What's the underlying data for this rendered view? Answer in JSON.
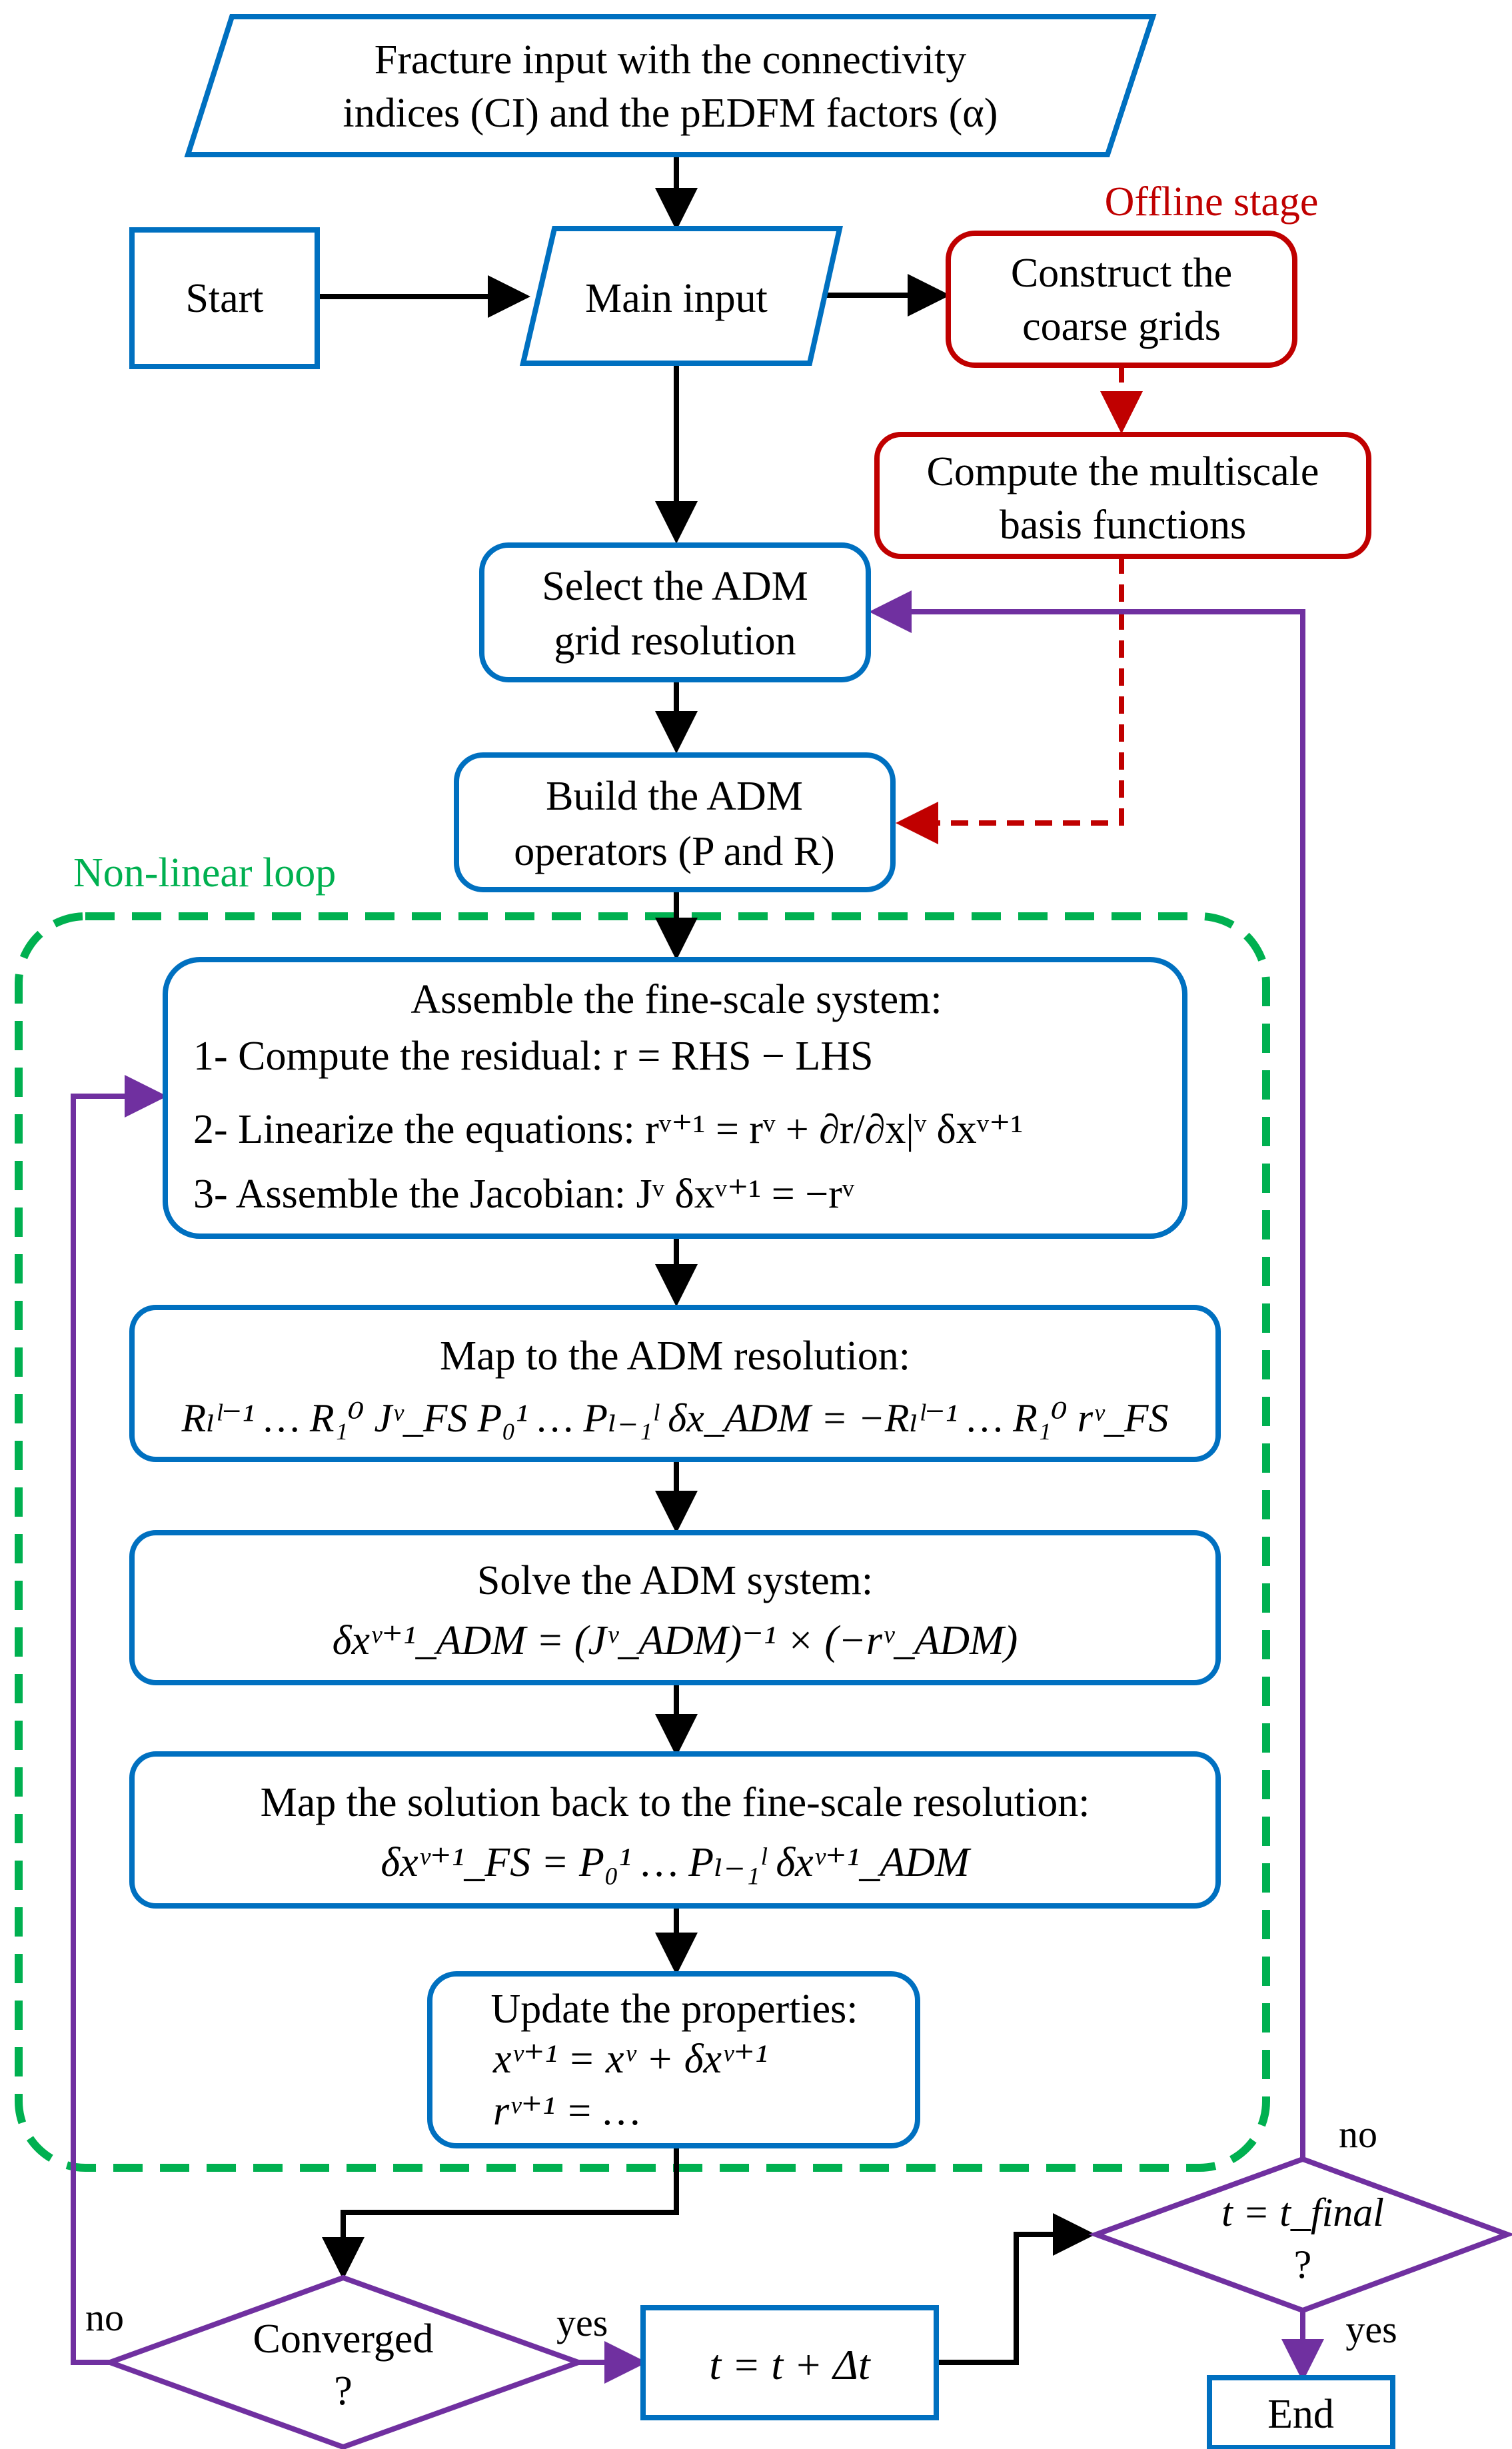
{
  "diagram": {
    "offline_label": "Offline stage",
    "nonlinear_label": "Non-linear loop",
    "fracture_input": {
      "line1": "Fracture input with the connectivity",
      "line2": "indices (CI) and the pEDFM factors (α)"
    },
    "start": "Start",
    "main_input": "Main input",
    "construct_grids": {
      "line1": "Construct the",
      "line2": "coarse grids"
    },
    "compute_basis": {
      "line1": "Compute the multiscale",
      "line2": "basis functions"
    },
    "select_resolution": {
      "line1": "Select the ADM",
      "line2": "grid resolution"
    },
    "build_operators": {
      "line1": "Build the ADM",
      "line2": "operators (P and R)"
    },
    "assemble": {
      "title": "Assemble the fine-scale system:",
      "step1": "1- Compute the residual: r = RHS − LHS",
      "step2": "2- Linearize the equations: rᵛ⁺¹ = rᵛ + ∂r/∂x|ᵛ δxᵛ⁺¹",
      "step3": "3- Assemble the Jacobian: Jᵛ δxᵛ⁺¹ = −rᵛ"
    },
    "map_adm": {
      "title": "Map to the ADM resolution:",
      "equation": "Rₗˡ⁻¹ … R₁⁰  Jᵛ_FS  P₀¹ … Pₗ₋₁ˡ  δx_ADM = −Rₗˡ⁻¹ … R₁⁰ rᵛ_FS"
    },
    "solve_adm": {
      "title": "Solve the ADM system:",
      "equation": "δxᵛ⁺¹_ADM = (Jᵛ_ADM)⁻¹ × (−rᵛ_ADM)"
    },
    "map_back": {
      "title": "Map the solution back to the fine-scale resolution:",
      "equation": "δxᵛ⁺¹_FS = P₀¹ … Pₗ₋₁ˡ  δxᵛ⁺¹_ADM"
    },
    "update": {
      "title": "Update the properties:",
      "eq1": "xᵛ⁺¹ = xᵛ + δxᵛ⁺¹",
      "eq2": "rᵛ⁺¹ = …"
    },
    "converged": {
      "line1": "Converged",
      "line2": "?"
    },
    "time_step": "t = t + Δt",
    "t_final": {
      "line1": "t = t_final",
      "line2": "?"
    },
    "end": "End",
    "no_converged": "no",
    "yes_converged": "yes",
    "no_tfinal": "no",
    "yes_tfinal": "yes"
  },
  "colors": {
    "blue": "#0070c0",
    "red": "#c00000",
    "green": "#00b050",
    "purple": "#7030a0",
    "black": "#000000"
  }
}
